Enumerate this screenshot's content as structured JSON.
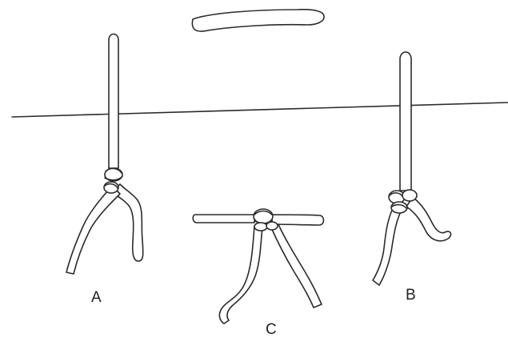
{
  "labels": {
    "a": "A",
    "b": "B",
    "c": "C"
  },
  "colors": {
    "ink": "#2b2b2b",
    "background": "#ffffff"
  }
}
